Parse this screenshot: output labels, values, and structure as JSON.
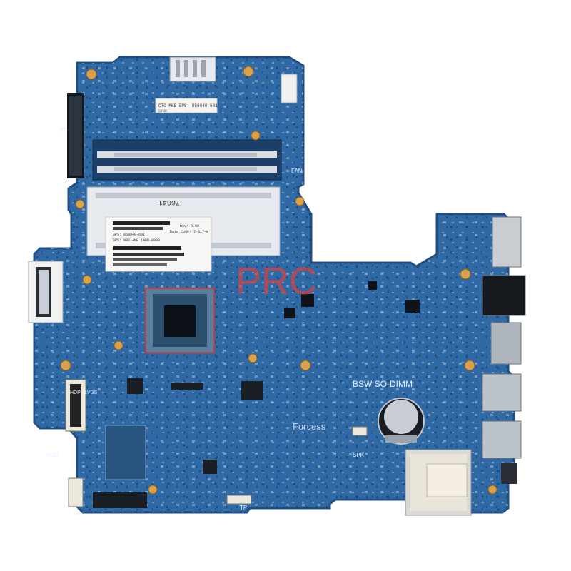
{
  "photo": {
    "subject": "Laptop motherboard",
    "watermark": "PRC",
    "colors": {
      "pcb": "#2f6aa6",
      "pcb_dark": "#1f4f86",
      "pad": "#d9a24a",
      "slot": "#d8dde3",
      "silk": "#e8f0ff",
      "watermark": "#e0403a"
    }
  },
  "silkscreen": {
    "kb": "KB",
    "fan": "FAN",
    "hdd": "HDD",
    "hdp_lvds": "HDP / LVDS",
    "bsw_sodimm": "BSW SO-DIMM",
    "spk": "SPK",
    "tp": "TP",
    "db": "DB",
    "forcess": "Forcess"
  },
  "labels": {
    "top_sticker_line1": "CTO MKB  SPS: 858040-601",
    "top_sticker_line2": "SYBR",
    "main_sticker_line1": "SPS: 858040-601",
    "main_sticker_line2": "SPS: NB8 4MB 1408-0000",
    "main_sticker_rev": "Rev: R.06",
    "main_sticker_date": "Date Code: 7-S17-W",
    "dimm_marking": "76041"
  }
}
